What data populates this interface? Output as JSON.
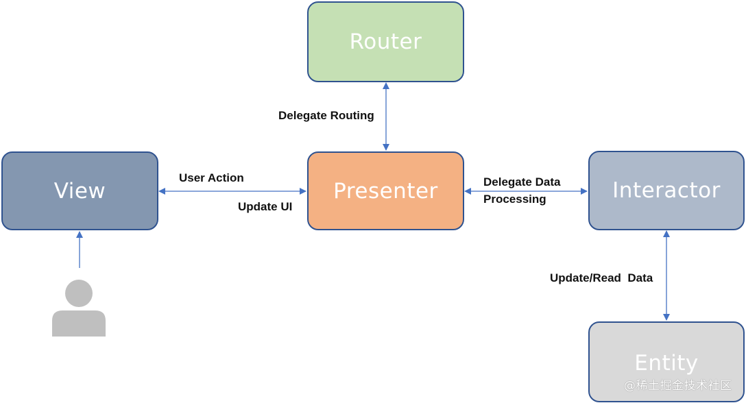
{
  "nodes": {
    "router": {
      "label": "Router",
      "fill": "#c5e0b4"
    },
    "view": {
      "label": "View",
      "fill": "#8497b0"
    },
    "presenter": {
      "label": "Presenter",
      "fill": "#f4b183"
    },
    "interactor": {
      "label": "Interactor",
      "fill": "#adb9ca"
    },
    "entity": {
      "label": "Entity",
      "fill": "#d9d9d9"
    }
  },
  "edges": {
    "presenter_router": {
      "label": "Delegate Routing"
    },
    "view_presenter": {
      "label_top": "User Action",
      "label_bottom": "Update UI"
    },
    "presenter_interactor": {
      "label_line1": "Delegate Data",
      "label_line2": "Processing"
    },
    "interactor_entity": {
      "label": "Update/Read  Data"
    }
  },
  "user": {
    "icon": "person-icon",
    "color": "#bfbfbf"
  },
  "colors": {
    "border": "#2f528f",
    "arrow": "#4472c4"
  },
  "watermark": {
    "text": "@稀土掘金技术社区"
  }
}
